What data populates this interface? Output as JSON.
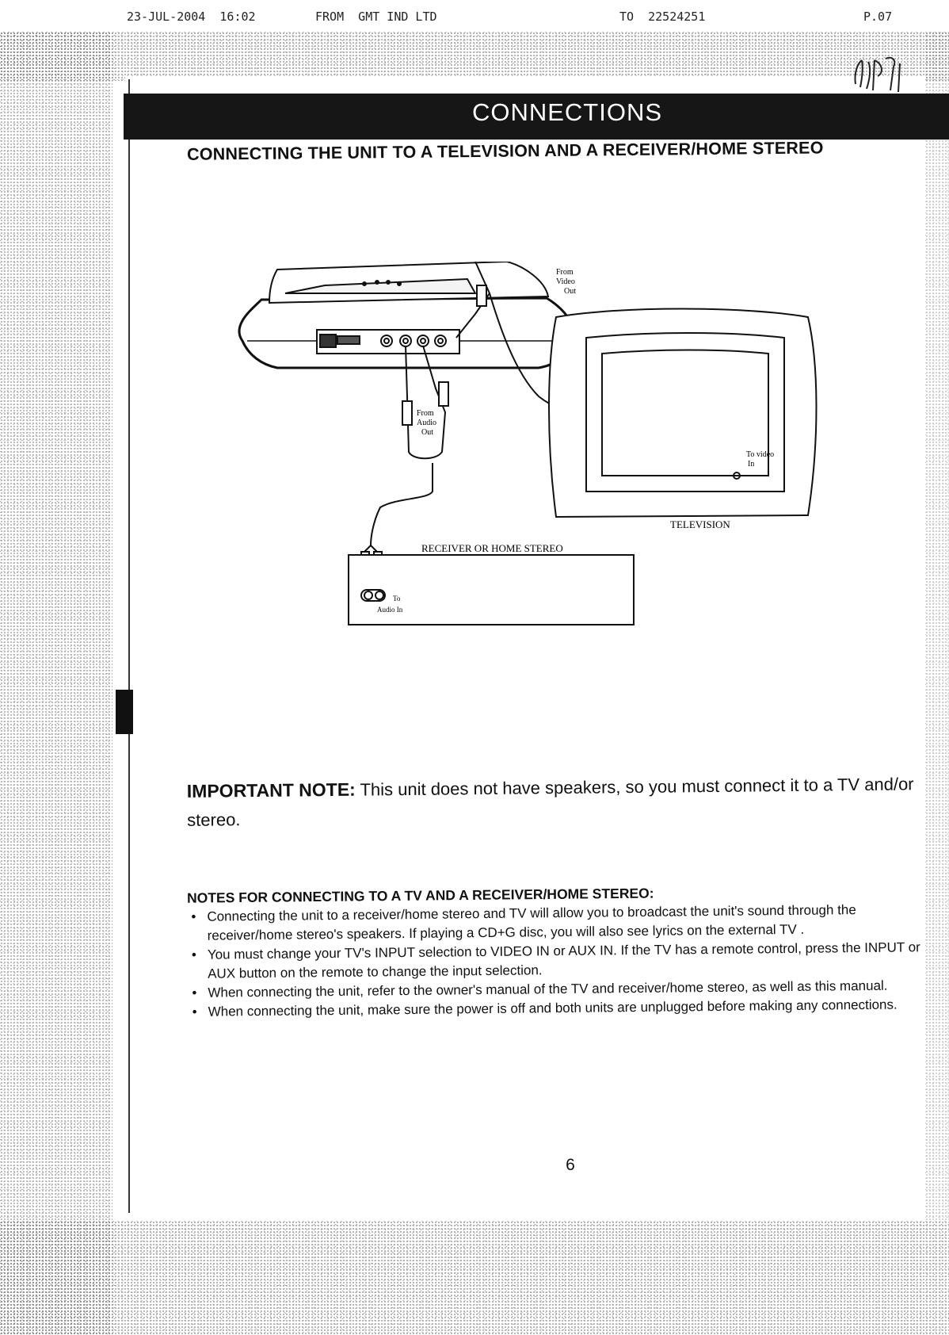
{
  "fax_header": {
    "datetime": "23-JUL-2004  16:02",
    "from": "FROM  GMT IND LTD",
    "to": "TO  22524251",
    "page": "P.07"
  },
  "section_title": "CONNECTIONS",
  "subtitle": "CONNECTING THE UNIT TO A TELEVISION AND A RECEIVER/HOME STEREO",
  "diagram": {
    "label_video_out": [
      "From",
      "Video",
      "Out"
    ],
    "label_audio_out": [
      "From",
      "Audio",
      "Out"
    ],
    "label_video_in": [
      "To video",
      "In"
    ],
    "label_television": "TELEVISION",
    "label_receiver": "RECEIVER OR HOME STEREO",
    "label_audio_in": [
      "To",
      "Audio In"
    ]
  },
  "important_note": {
    "lead": "IMPORTANT NOTE:",
    "text": "This unit does not have speakers, so you must connect it to a TV and/or stereo."
  },
  "notes": {
    "heading": "NOTES FOR CONNECTING TO A TV AND A RECEIVER/HOME STEREO:",
    "items": [
      "Connecting the unit to a receiver/home stereo and TV will allow you to broadcast the unit's sound through the receiver/home stereo's speakers. If playing a CD+G disc, you will also see lyrics on the external TV .",
      "You must change your TV's INPUT selection to VIDEO IN or AUX IN. If the TV has a remote control, press the INPUT or AUX button on the remote to change the input selection.",
      "When connecting the unit, refer to the owner's manual of the TV and receiver/home stereo, as well as this manual.",
      "When connecting the unit, make sure the power is off and both units are unplugged before making any connections."
    ]
  },
  "page_number": "6"
}
